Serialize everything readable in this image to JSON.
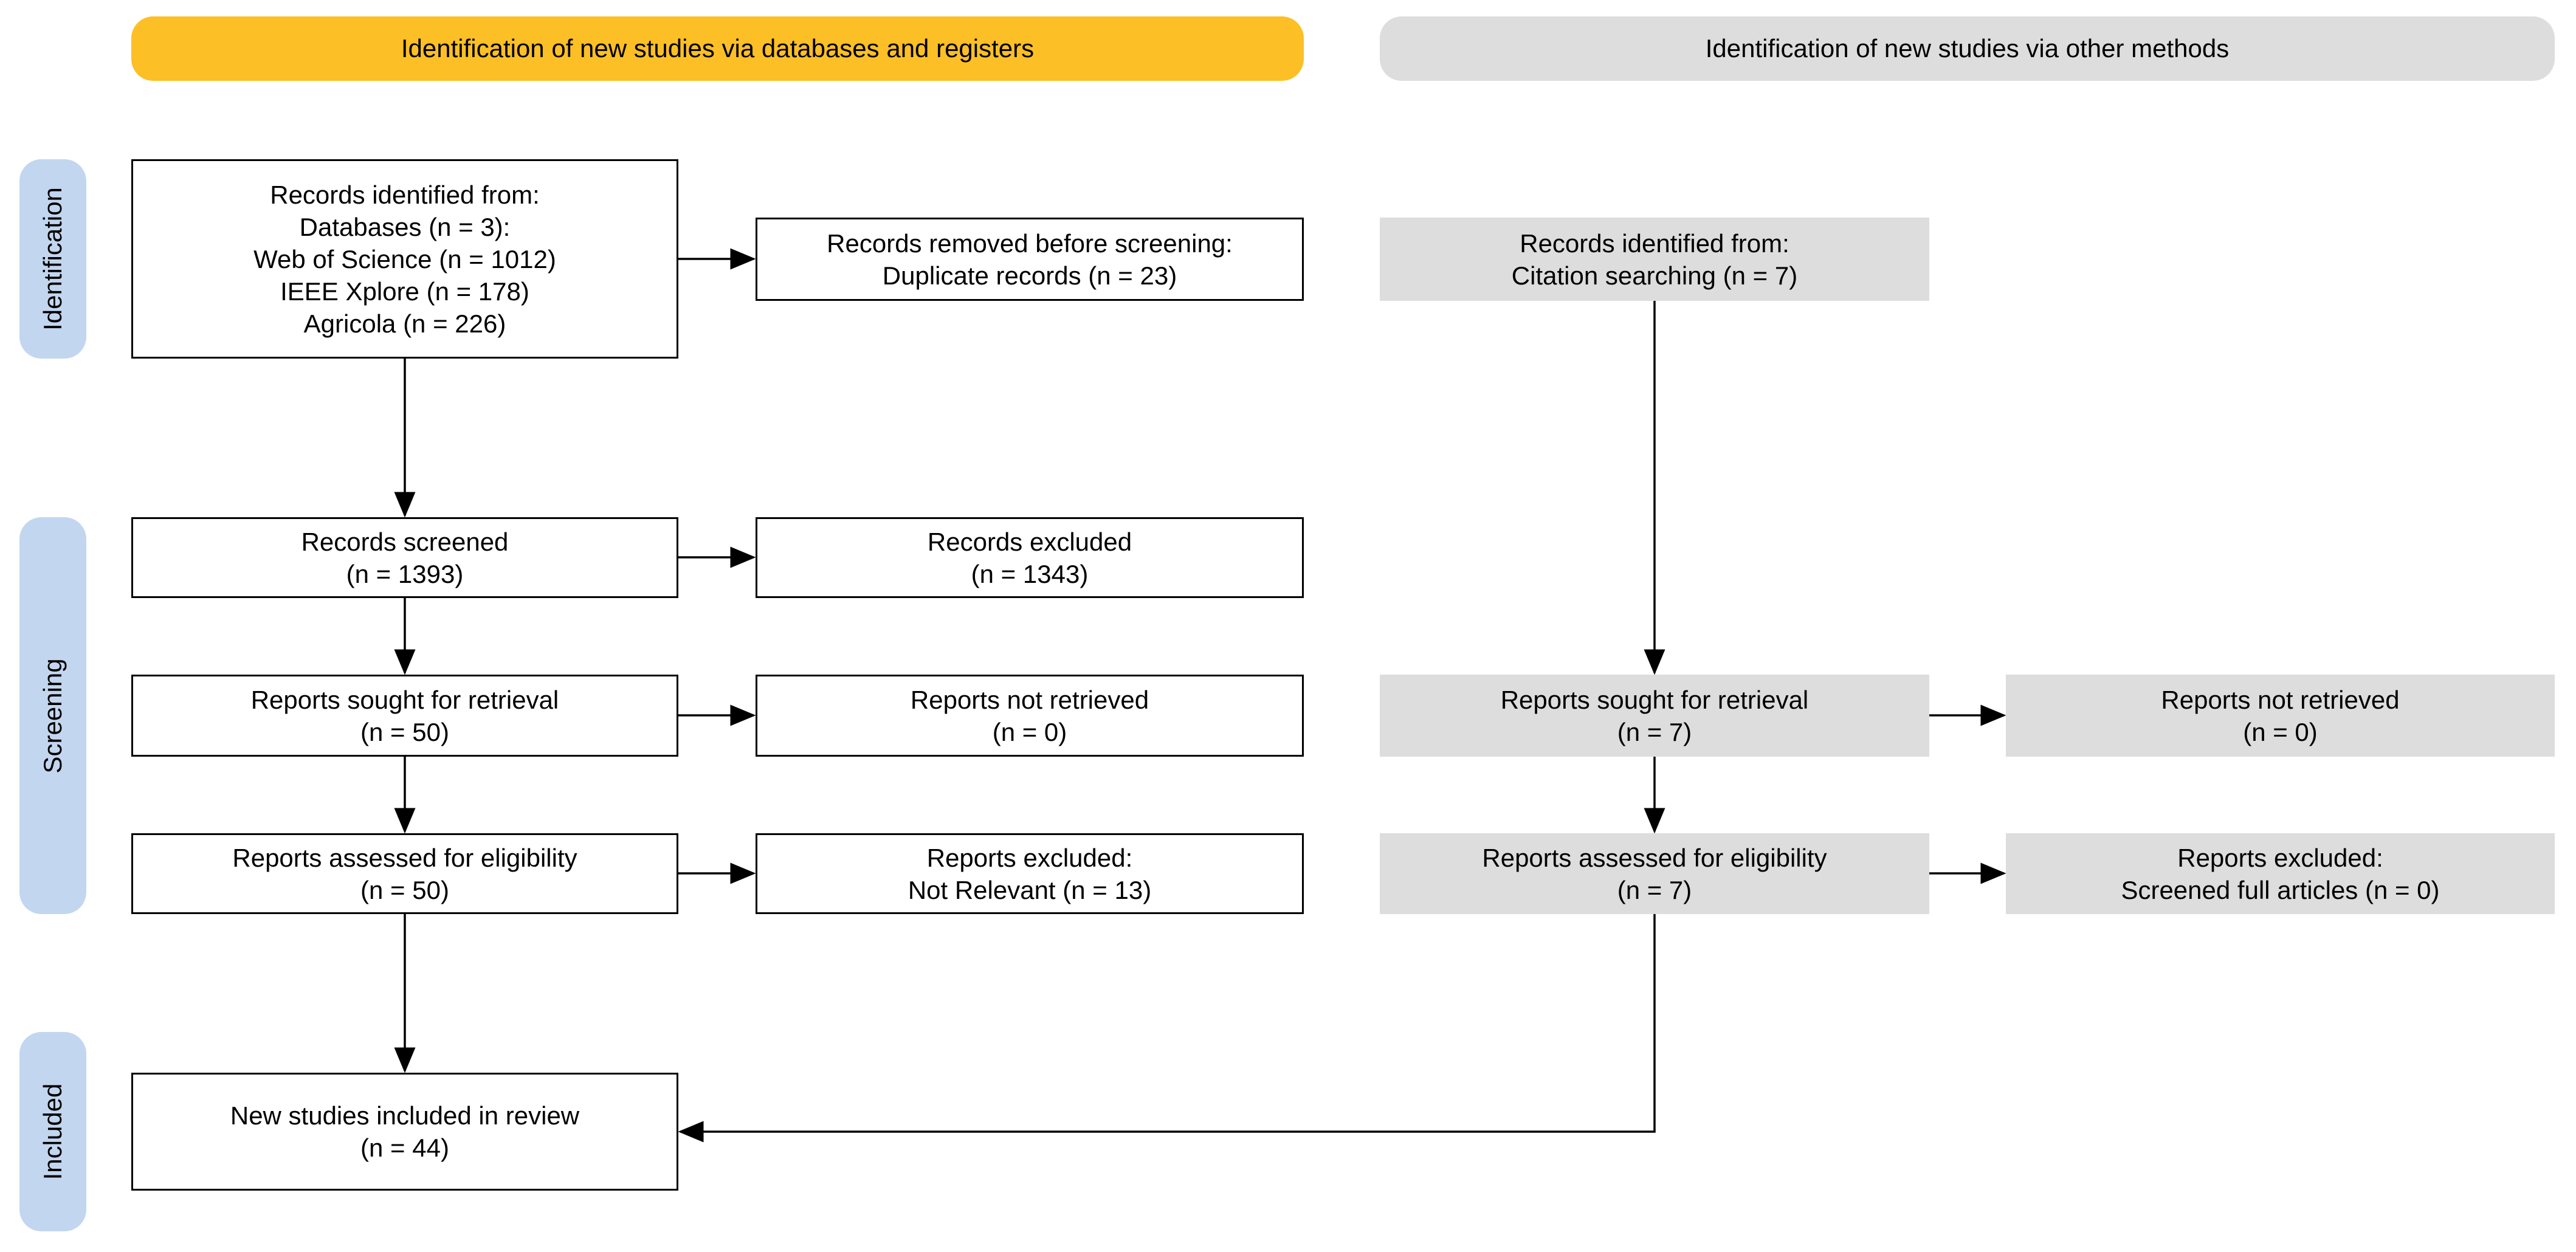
{
  "headers": {
    "databases": "Identification of new studies via databases and registers",
    "other": "Identification of new studies via other methods"
  },
  "stages": {
    "identification": "Identification",
    "screening": "Screening",
    "included": "Included"
  },
  "left": {
    "identified": [
      "Records identified from:",
      "Databases (n = 3):",
      "Web of Science (n = 1012)",
      "IEEE Xplore (n = 178)",
      "Agricola (n = 226)"
    ],
    "removed": [
      "Records removed before screening:",
      "Duplicate records (n = 23)"
    ],
    "screened": [
      "Records screened",
      "(n = 1393)"
    ],
    "excluded": [
      "Records excluded",
      "(n = 1343)"
    ],
    "sought": [
      "Reports sought for retrieval",
      "(n = 50)"
    ],
    "not_retrieved": [
      "Reports not retrieved",
      "(n = 0)"
    ],
    "assessed": [
      "Reports assessed for eligibility",
      "(n = 50)"
    ],
    "reports_excluded": [
      "Reports excluded:",
      "Not Relevant (n = 13)"
    ],
    "included": [
      "New studies included in review",
      "(n = 44)"
    ]
  },
  "right": {
    "identified": [
      "Records identified from:",
      "Citation searching (n = 7)"
    ],
    "sought": [
      "Reports sought for retrieval",
      "(n = 7)"
    ],
    "not_retrieved": [
      "Reports not retrieved",
      "(n = 0)"
    ],
    "assessed": [
      "Reports assessed for eligibility",
      "(n = 7)"
    ],
    "reports_excluded": [
      "Reports excluded:",
      "Screened full articles (n = 0)"
    ]
  },
  "colors": {
    "header_databases": "#fdbf26",
    "header_other": "#dddddd",
    "stage": "#c3d6ef",
    "grey_box": "#dddddd"
  }
}
